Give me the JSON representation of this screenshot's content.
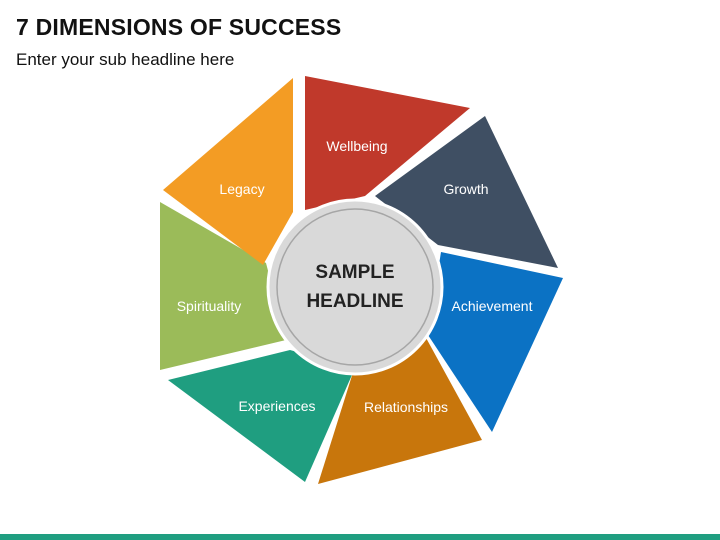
{
  "header": {
    "title": "7 DIMENSIONS OF SUCCESS",
    "subtitle": "Enter your sub headline here"
  },
  "center": {
    "line1": "SAMPLE",
    "line2": "HEADLINE"
  },
  "segments": [
    {
      "label": "Wellbeing",
      "color": "#C0392B"
    },
    {
      "label": "Growth",
      "color": "#3F4F63"
    },
    {
      "label": "Achievement",
      "color": "#0B72C4"
    },
    {
      "label": "Relationships",
      "color": "#C8760C"
    },
    {
      "label": "Experiences",
      "color": "#1F9E80"
    },
    {
      "label": "Spirituality",
      "color": "#9BBB59"
    },
    {
      "label": "Legacy",
      "color": "#F39C24"
    }
  ],
  "colors": {
    "bottom_bar": "#1F9E80",
    "center_fill": "#D9D9D9",
    "center_ring": "#A6A6A6"
  }
}
